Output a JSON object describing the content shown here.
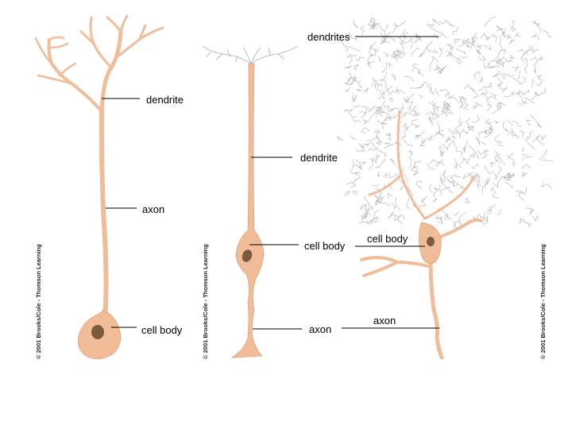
{
  "colors": {
    "cell": "#f1bd98",
    "nucleus": "#7b5a3e",
    "dendrite_mesh": "#b8b8b8"
  },
  "copyright": "© 2001 Brooks/Cole - Thomson Learning",
  "neurons": [
    {
      "labels": {
        "dendrite": "dendrite",
        "axon": "axon",
        "cell_body": "cell body"
      }
    },
    {
      "labels": {
        "dendrite": "dendrite",
        "cell_body": "cell body",
        "axon": "axon"
      }
    },
    {
      "labels": {
        "dendrites": "dendrites",
        "cell_body": "cell body",
        "axon": "axon"
      }
    }
  ]
}
